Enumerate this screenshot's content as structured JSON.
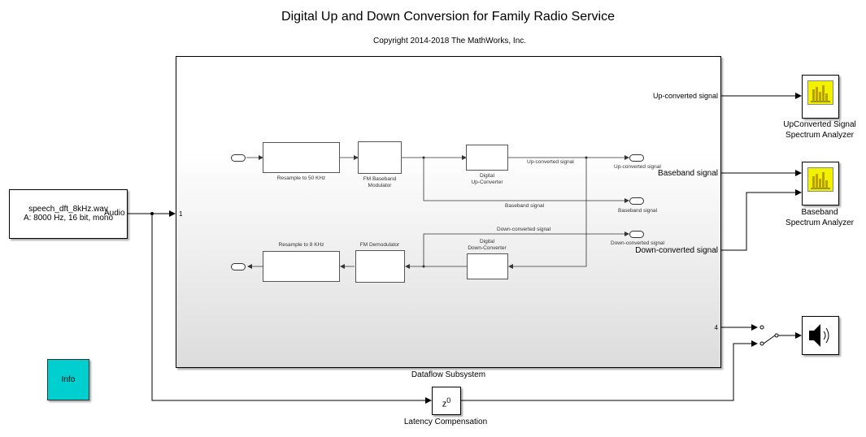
{
  "title": "Digital Up and Down Conversion for Family Radio Service",
  "copyright": "Copyright 2014-2018 The MathWorks, Inc.",
  "source_block": {
    "line1": "speech_dft_8kHz.wav",
    "line2": "A: 8000 Hz, 16 bit, mono",
    "port_label": "Audio"
  },
  "subsystem": {
    "label": "Dataflow Subsystem",
    "in_port": "1",
    "out_ports": [
      "Up-converted signal",
      "Baseband signal",
      "Down-converted signal"
    ],
    "out_port_4": "4",
    "inner": {
      "resample50": "Resample to 50 KHz",
      "fm_mod_1": "FM Baseband",
      "fm_mod_2": "Modulator",
      "duc_1": "Digital",
      "duc_2": "Up-Converter",
      "up_sig_line": "Up-converted signal",
      "up_sig_port": "Up-converted signal",
      "bb_sig_line": "Baseband signal",
      "bb_sig_port": "Baseband signal",
      "down_sig_line": "Down-converted signal",
      "down_sig_port": "Down-converted signal",
      "ddc_1": "Digital",
      "ddc_2": "Down-Converter",
      "fm_demod": "FM Demodulator",
      "resample8": "Resample to 8 KHz"
    }
  },
  "scopes": [
    {
      "line1": "UpConverted Signal",
      "line2": "Spectrum Analyzer",
      "icon": "spectrum-analyzer-icon"
    },
    {
      "line1": "Baseband",
      "line2": "Spectrum Analyzer",
      "icon": "spectrum-analyzer-icon"
    }
  ],
  "delay": {
    "symbol": "z",
    "exponent": "0",
    "label": "Latency Compensation"
  },
  "info": "Info",
  "icons": {
    "speaker": "speaker-icon",
    "switch": "manual-switch-icon"
  },
  "colors": {
    "info_block": "#00cfcf",
    "scope_screen": "#f2f200",
    "scope_bars": "#b8a000"
  }
}
